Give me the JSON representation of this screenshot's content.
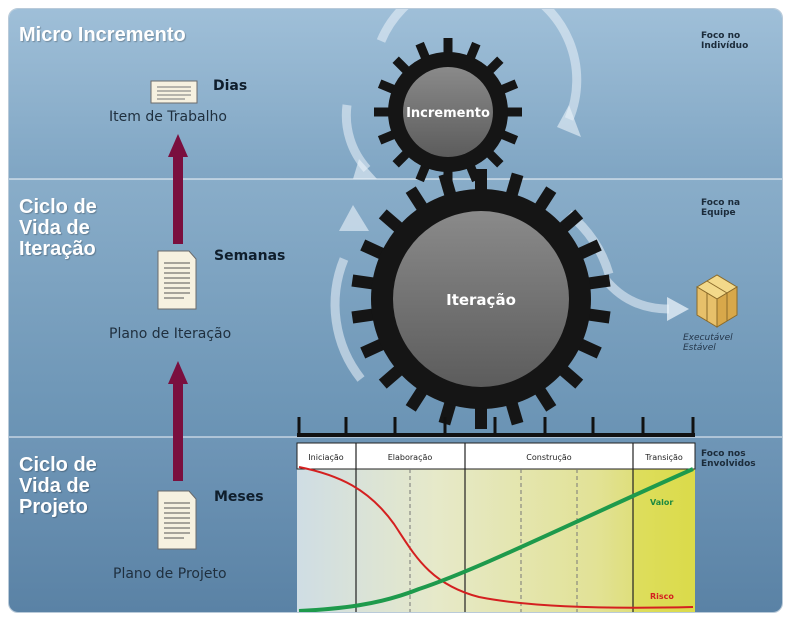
{
  "sections": {
    "micro": "Micro Incremento",
    "iteration": "Ciclo de\nVida de\nIteração",
    "project": "Ciclo de\nVida de\nProjeto"
  },
  "focus": {
    "individual": "Foco no\nIndivíduo",
    "team": "Foco na\nEquipe",
    "stakeholders": "Foco nos\nEnvolvidos"
  },
  "items": {
    "work_item": {
      "label": "Item de Trabalho",
      "time": "Dias"
    },
    "iteration_plan": {
      "label": "Plano de Iteração",
      "time": "Semanas"
    },
    "project_plan": {
      "label": "Plano de Projeto",
      "time": "Meses"
    }
  },
  "gears": {
    "increment": "Incremento",
    "iteration": "Iteração"
  },
  "deliverable": "Executável\nEstável",
  "phases": [
    "Iniciação",
    "Elaboração",
    "Construção",
    "Transição"
  ],
  "curves": {
    "value": "Valor",
    "risk": "Risco"
  },
  "colors": {
    "arrow": "#7a0f3e",
    "gear": "#151515",
    "gear_hub": "#7b7b7b",
    "value_line": "#1e9a4c",
    "risk_line": "#d42020",
    "band_top": "#9fbfd8",
    "band_mid": "#7fa5c3",
    "band_bottom": "#5f88ab"
  },
  "icons": [
    "document-icon",
    "iteration-plan-document-icon",
    "project-plan-document-icon",
    "up-arrow-icon",
    "gear-icon",
    "box-icon",
    "circular-arrow-icon"
  ]
}
